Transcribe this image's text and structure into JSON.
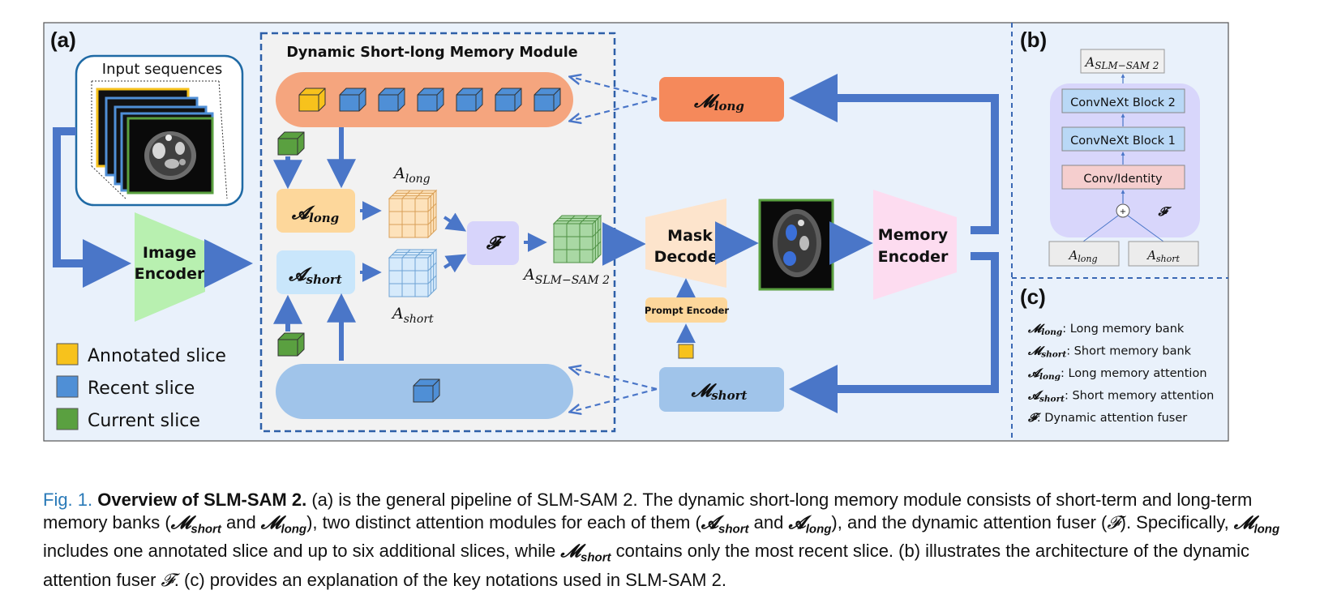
{
  "panels": {
    "a": "(a)",
    "b": "(b)",
    "c": "(c)"
  },
  "pipeline": {
    "input_label": "Input sequences",
    "image_encoder": [
      "Image",
      "Encoder"
    ],
    "module_title": "Dynamic Short-long Memory Module",
    "attn_long": {
      "sym": "𝓐",
      "sub": "long"
    },
    "attn_short": {
      "sym": "𝓐",
      "sub": "short"
    },
    "fuser": "𝓕",
    "a_long": {
      "sym": "A",
      "sub": "long"
    },
    "a_short": {
      "sym": "A",
      "sub": "short"
    },
    "a_out": {
      "sym": "A",
      "sub": "SLM−SAM 2"
    },
    "mask_decoder": [
      "Mask",
      "Decoder"
    ],
    "prompt_encoder": "Prompt Encoder",
    "memory_encoder": [
      "Memory",
      "Encoder"
    ],
    "m_long": {
      "sym": "𝓜",
      "sub": "long"
    },
    "m_short": {
      "sym": "𝓜",
      "sub": "short"
    }
  },
  "legend": [
    {
      "label": "Annotated slice",
      "color": "#f7c21c"
    },
    {
      "label": "Recent slice",
      "color": "#4f8fd6"
    },
    {
      "label": "Current slice",
      "color": "#5aa040"
    }
  ],
  "fuser_arch": {
    "output": {
      "sym": "A",
      "sub": "SLM−SAM 2"
    },
    "blocks": [
      "ConvNeXt Block 2",
      "ConvNeXt Block 1",
      "Conv/Identity"
    ],
    "plus": "+",
    "fuser_sym": "𝓕",
    "inputs": [
      {
        "sym": "A",
        "sub": "long"
      },
      {
        "sym": "A",
        "sub": "short"
      }
    ]
  },
  "notations": [
    {
      "sym": "𝓜",
      "sub": "long",
      "text": ": Long memory bank"
    },
    {
      "sym": "𝓜",
      "sub": "short",
      "text": ": Short memory bank"
    },
    {
      "sym": "𝓐",
      "sub": "long",
      "text": ": Long memory attention"
    },
    {
      "sym": "𝓐",
      "sub": "short",
      "text": ": Short memory attention"
    },
    {
      "sym": "𝓕",
      "sub": "",
      "text": ": Dynamic attention fuser"
    }
  ],
  "caption": {
    "fig": "Fig. 1.",
    "title": "Overview of SLM-SAM 2.",
    "p1": " (a) is the general pipeline of SLM-SAM 2. The dynamic short-long memory module consists of short-term and long-term memory banks (",
    "m_short": "𝓜",
    "sub_short": "short",
    "and1": " and ",
    "m_long": "𝓜",
    "sub_long": "long",
    "p2": "), two distinct attention modules for each of them (",
    "a_short": "𝓐",
    "and2": " and ",
    "a_long": "𝓐",
    "p3": "), and the dynamic attention fuser (",
    "f1": "𝓕",
    "p4": "). Specifically, ",
    "m_long2": "𝓜",
    "p5": " includes one annotated slice and up to six additional slices, while ",
    "m_short2": "𝓜",
    "p6": " contains only the most recent slice. (b) illustrates the architecture of the dynamic attention fuser ",
    "f2": "𝓕",
    "p7": ". (c) provides an explanation of the key notations used in SLM-SAM 2."
  }
}
